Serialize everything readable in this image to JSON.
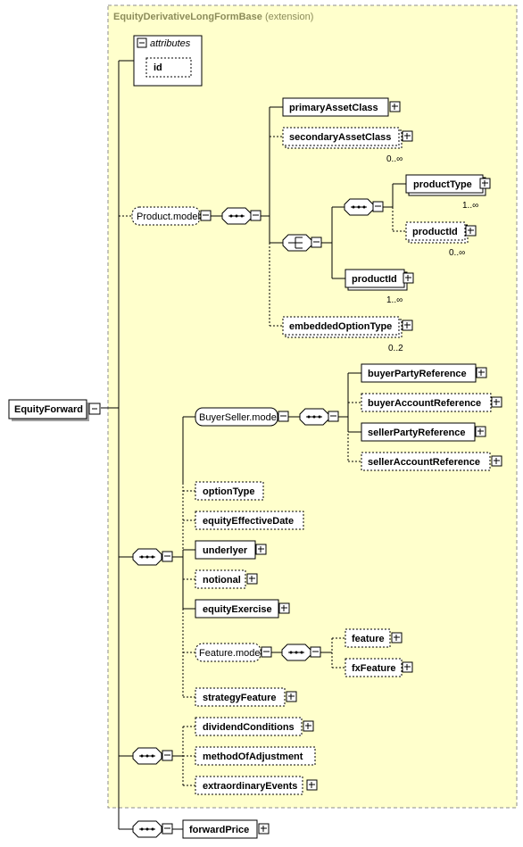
{
  "extension": {
    "name": "EquityDerivativeLongFormBase",
    "suffix": "(extension)"
  },
  "root": {
    "label": "EquityForward"
  },
  "attributes": {
    "title": "attributes",
    "items": [
      "id"
    ]
  },
  "groups": {
    "product_model": "Product.model",
    "buyer_seller_model": "BuyerSeller.model",
    "feature_model": "Feature.model"
  },
  "elements": {
    "primaryAssetClass": "primaryAssetClass",
    "secondaryAssetClass": "secondaryAssetClass",
    "productType": "productType",
    "productId_choice": "productId",
    "productId": "productId",
    "embeddedOptionType": "embeddedOptionType",
    "buyerPartyReference": "buyerPartyReference",
    "buyerAccountReference": "buyerAccountReference",
    "sellerPartyReference": "sellerPartyReference",
    "sellerAccountReference": "sellerAccountReference",
    "optionType": "optionType",
    "equityEffectiveDate": "equityEffectiveDate",
    "underlyer": "underlyer",
    "notional": "notional",
    "equityExercise": "equityExercise",
    "feature": "feature",
    "fxFeature": "fxFeature",
    "strategyFeature": "strategyFeature",
    "dividendConditions": "dividendConditions",
    "methodOfAdjustment": "methodOfAdjustment",
    "extraordinaryEvents": "extraordinaryEvents",
    "forwardPrice": "forwardPrice"
  },
  "cardinalities": {
    "secondaryAssetClass": "0..∞",
    "productType": "1..∞",
    "productId_choice": "0..∞",
    "productId": "1..∞",
    "embeddedOptionType": "0..2"
  }
}
